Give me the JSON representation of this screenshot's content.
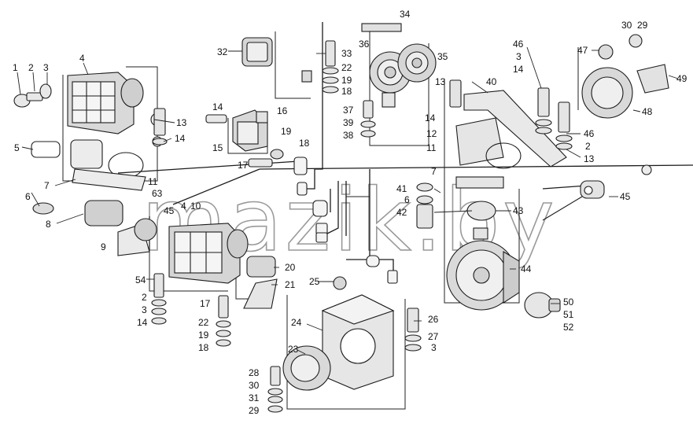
{
  "watermark": "mazik.by",
  "corner_mark": "",
  "callouts": {
    "c1": "1",
    "c2": "2",
    "c3": "3",
    "c4": "4",
    "c5": "5",
    "c6": "6",
    "c7": "7",
    "c8": "8",
    "c9": "9",
    "c63": "63",
    "c45a": "45",
    "c4b": "4",
    "c10": "10",
    "c11": "11",
    "c13": "13",
    "c14": "14",
    "c14b": "14",
    "c15": "15",
    "c16": "16",
    "c17": "17",
    "c19": "19",
    "c18": "18",
    "c32": "32",
    "c33": "33",
    "c22": "22",
    "c19b": "19",
    "c18b": "18",
    "c34": "34",
    "c36": "36",
    "c35": "35",
    "c37": "37",
    "c39": "39",
    "c38": "38",
    "c13b": "13",
    "c40": "40",
    "c14c": "14",
    "c12": "12",
    "c11b": "11",
    "c7b": "7",
    "c46a": "46",
    "c3b": "3",
    "c14d": "14",
    "c46b": "46",
    "c2b": "2",
    "c13c": "13",
    "c47": "47",
    "c30": "30",
    "c29": "29",
    "c49": "49",
    "c48": "48",
    "c41": "41",
    "c6b": "6",
    "c42": "42",
    "c43": "43",
    "c45b": "45",
    "c44": "44",
    "c50": "50",
    "c51": "51",
    "c52": "52",
    "c20": "20",
    "c21": "21",
    "c17b": "17",
    "c22b": "22",
    "c19c": "19",
    "c18c": "18",
    "c54": "54",
    "c2c": "2",
    "c3c": "3",
    "c14e": "14",
    "c25": "25",
    "c24": "24",
    "c23": "23",
    "c26": "26",
    "c27": "27",
    "c3d": "3",
    "c28": "28",
    "c30b": "30",
    "c31": "31",
    "c29b": "29"
  }
}
